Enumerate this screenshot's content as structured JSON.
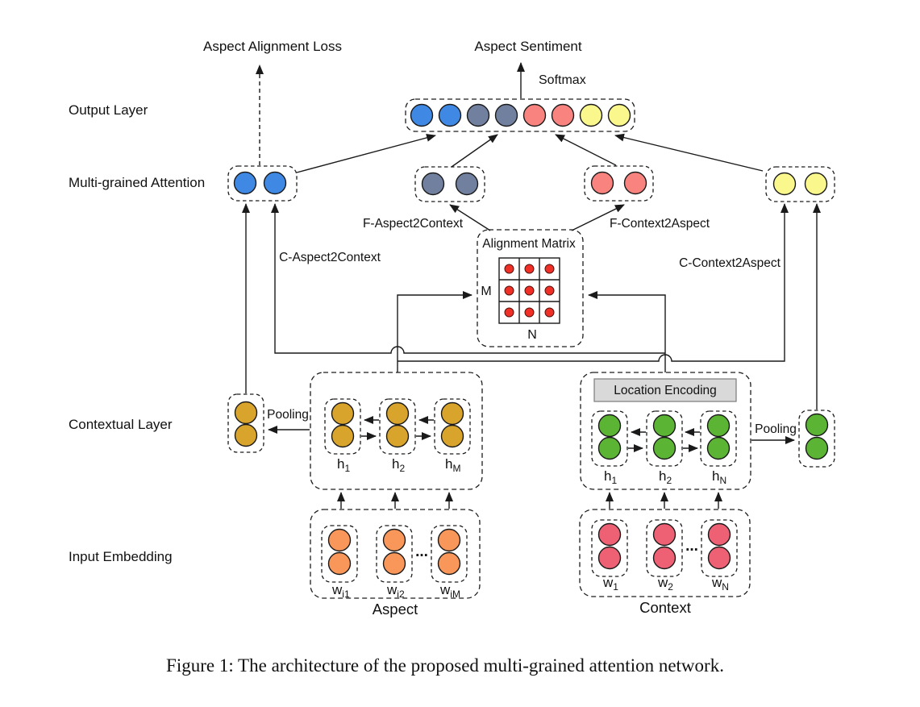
{
  "figure": {
    "caption": "Figure 1: The architecture of the proposed multi-grained attention network."
  },
  "layer_labels": {
    "output": "Output Layer",
    "attention": "Multi-grained Attention",
    "contextual": "Contextual Layer",
    "input": "Input Embedding"
  },
  "top": {
    "alignment_loss": "Aspect Alignment Loss",
    "sentiment": "Aspect Sentiment",
    "softmax": "Softmax"
  },
  "attention": {
    "c_aspect2context": "C-Aspect2Context",
    "f_aspect2context": "F-Aspect2Context",
    "f_context2aspect": "F-Context2Aspect",
    "c_context2aspect": "C-Context2Aspect"
  },
  "matrix": {
    "title": "Alignment Matrix",
    "row_label": "M",
    "col_label": "N",
    "rows": 3,
    "cols": 3
  },
  "pooling": {
    "left": "Pooling",
    "right": "Pooling"
  },
  "location_encoding": "Location Encoding",
  "aspect_branch": {
    "label": "Aspect",
    "ellipsis": "...",
    "hidden": [
      {
        "base": "h",
        "sub": "1"
      },
      {
        "base": "h",
        "sub": "2"
      },
      {
        "base": "h",
        "sub": "M"
      }
    ],
    "words": [
      {
        "base": "w",
        "sub": "i1"
      },
      {
        "base": "w",
        "sub": "i2"
      },
      {
        "base": "w",
        "sub": "iM"
      }
    ]
  },
  "context_branch": {
    "label": "Context",
    "ellipsis": "...",
    "hidden": [
      {
        "base": "h",
        "sub": "1"
      },
      {
        "base": "h",
        "sub": "2"
      },
      {
        "base": "h",
        "sub": "N"
      }
    ],
    "words": [
      {
        "base": "w",
        "sub": "1"
      },
      {
        "base": "w",
        "sub": "2"
      },
      {
        "base": "w",
        "sub": "N"
      }
    ]
  },
  "palette": {
    "blue": "#3F88E3",
    "slate": "#71809F",
    "salmon": "#F9847F",
    "yellow": "#FAF88C",
    "gold": "#D8A42B",
    "green": "#5CB434",
    "orange": "#F9975A",
    "pink": "#EE6073",
    "dot_red": "#F03026",
    "encoding_bg": "#D9D9D9"
  }
}
